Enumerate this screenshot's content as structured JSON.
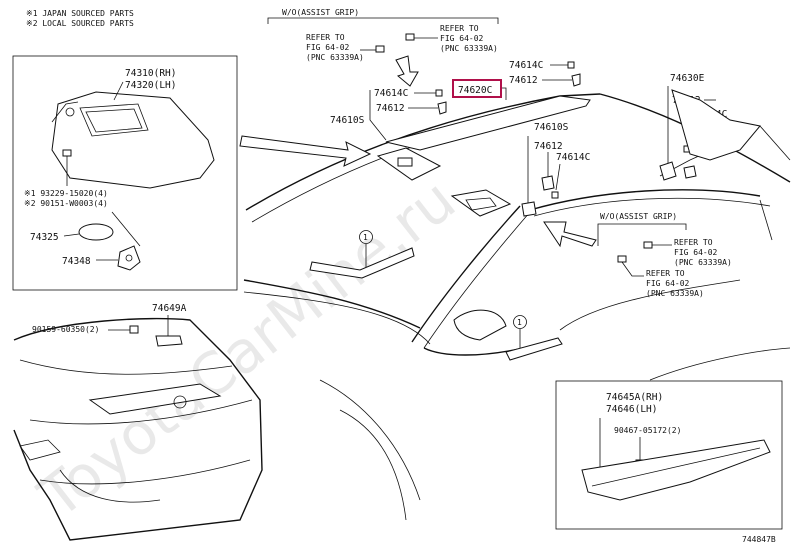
{
  "legend": {
    "japan": "※1 JAPAN SOURCED PARTS",
    "local": "※2 LOCAL SOURCED PARTS"
  },
  "watermark": "ToyotaCarMine.ru",
  "drawing_number": "744847B",
  "callout_top": {
    "header": "W/O(ASSIST GRIP)",
    "refer_left": [
      "REFER TO",
      "FIG 64-02",
      "(PNC 63339A)"
    ],
    "refer_right": [
      "REFER TO",
      "FIG 64-02",
      "(PNC 63339A)"
    ]
  },
  "callout_right": {
    "header": "W/O(ASSIST GRIP)",
    "refer_a": [
      "REFER TO",
      "FIG 64-02",
      "(PNC 63339A)"
    ],
    "refer_b": [
      "REFER TO",
      "FIG 64-02",
      "(PNC 63339A)"
    ]
  },
  "visor_box": {
    "rh": "74310(RH)",
    "lh": "74320(LH)",
    "screw1": "※1 93229-15020(4)",
    "screw2": "※2 90151-W0003(4)",
    "p1": "74325",
    "p2": "74348"
  },
  "trunk": {
    "part": "74649A",
    "clip": "90159-60350(2)"
  },
  "pillar_box": {
    "rh": "74645A(RH)",
    "lh": "74646(LH)",
    "clip": "90467-05172(2)"
  },
  "parts": {
    "p74614c_a": "74614C",
    "p74612_a": "74612",
    "p74610s_a": "74610S",
    "p74620c": "74620C",
    "p74614c_b": "74614C",
    "p74612_b": "74612",
    "p74610s_b": "74610S",
    "p74612_c": "74612",
    "p74614c_c": "74614C",
    "p74630e": "74630E",
    "p74612_d": "74612",
    "p74614c_d": "74614C"
  },
  "markers": [
    "1",
    "1"
  ],
  "colors": {
    "highlight": "#b0104a"
  }
}
